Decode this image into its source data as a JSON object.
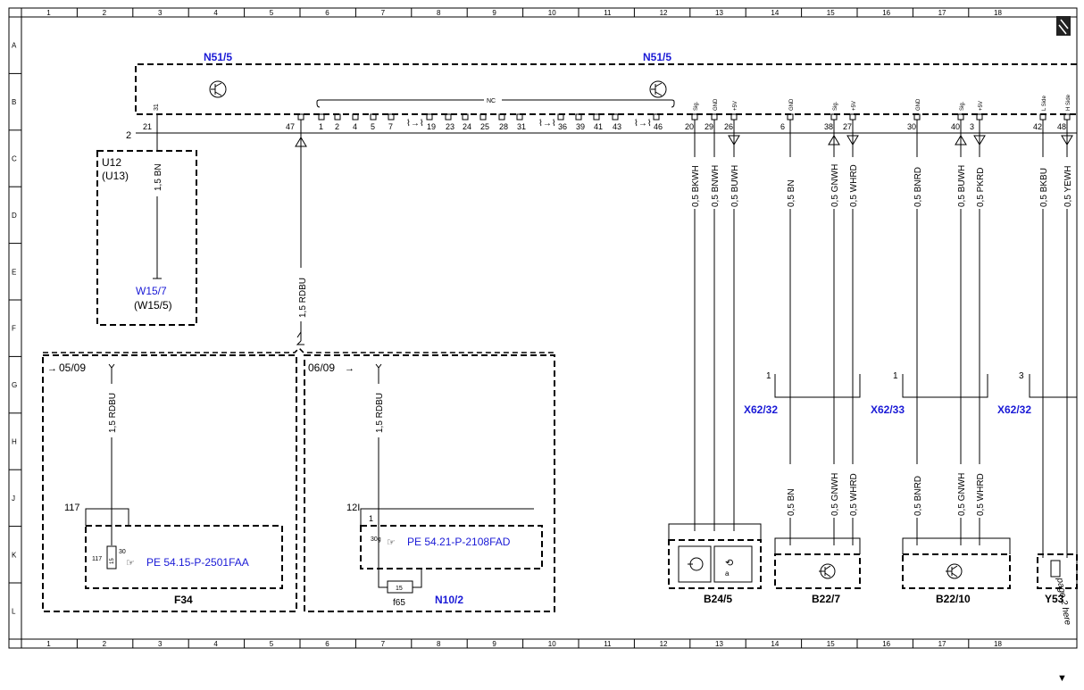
{
  "grid": {
    "columns": [
      "1",
      "2",
      "3",
      "4",
      "5",
      "6",
      "7",
      "8",
      "9",
      "10",
      "11",
      "12",
      "13",
      "14",
      "15",
      "16",
      "17",
      "18"
    ],
    "rows": [
      "A",
      "B",
      "C",
      "D",
      "E",
      "F",
      "G",
      "H",
      "J",
      "K",
      "L"
    ]
  },
  "components": {
    "n51_left": "N51/5",
    "n51_right": "N51/5",
    "u12": "U12",
    "u13": "(U13)",
    "w15_7": "W15/7",
    "w15_5": "(W15/5)",
    "f34": "F34",
    "f65": "f65",
    "n10_2": "N10/2",
    "b24_5": "B24/5",
    "b22_7": "B22/7",
    "b22_10": "B22/10",
    "y53": "Y53",
    "x62_32a": "X62/32",
    "x62_33": "X62/33",
    "x62_32b": "X62/32"
  },
  "refs": {
    "ref_left": "05/09",
    "ref_right": "06/09",
    "pe_f34": "PE 54.15-P-2501FAA",
    "pe_n10": "PE 54.21-P-2108FAD",
    "page_note": "page 2 here"
  },
  "pins": {
    "p21": "21",
    "p31": "31",
    "p47": "47",
    "nc": [
      "1",
      "2",
      "4",
      "5",
      "7",
      "19",
      "23",
      "24",
      "25",
      "28",
      "31",
      "36",
      "39",
      "41",
      "43",
      "46"
    ],
    "nc_label": "NC",
    "p20": "20",
    "p29": "29",
    "p26": "26",
    "p6": "6",
    "p38": "38",
    "p27": "27",
    "p30": "30",
    "p40": "40",
    "p3": "3",
    "p42": "42",
    "p48": "48",
    "sig": "Sig.",
    "gnd": "GND",
    "v5": "+5V",
    "lside": "L Side",
    "hside": "H Side",
    "bus2": "2",
    "n117": "117",
    "n12i": "12I",
    "n1": "1",
    "n30g": "30g",
    "n15": "15",
    "n30": "30",
    "conn_1": "1",
    "conn_3": "3"
  },
  "wires": {
    "w_31": "1,5 BN",
    "w_47": "1,5 RDBU",
    "w_f34": "1,5 RDBU",
    "w_n10": "1,5 RDBU",
    "w_20": "0,5 BKWH",
    "w_29": "0,5 BNWH",
    "w_26": "0,5 BUWH",
    "w_6": "0,5 BN",
    "w_38": "0,5 GNWH",
    "w_27": "0,5 WHRD",
    "w_30": "0,5 BNRD",
    "w_40": "0,5 BUWH",
    "w_3": "0,5 PKRD",
    "w_42": "0,5 BKBU",
    "w_48": "0,5 YEWH",
    "w_6b": "0,5 BN",
    "w_38b": "0,5 GNWH",
    "w_27b": "0,5 WHRD",
    "w_30b": "0,5 BNRD",
    "w_40b": "0,5 GNWH",
    "w_3b": "0,5 WHRD"
  },
  "colors": {
    "label_blue": "#1a1ad6"
  }
}
